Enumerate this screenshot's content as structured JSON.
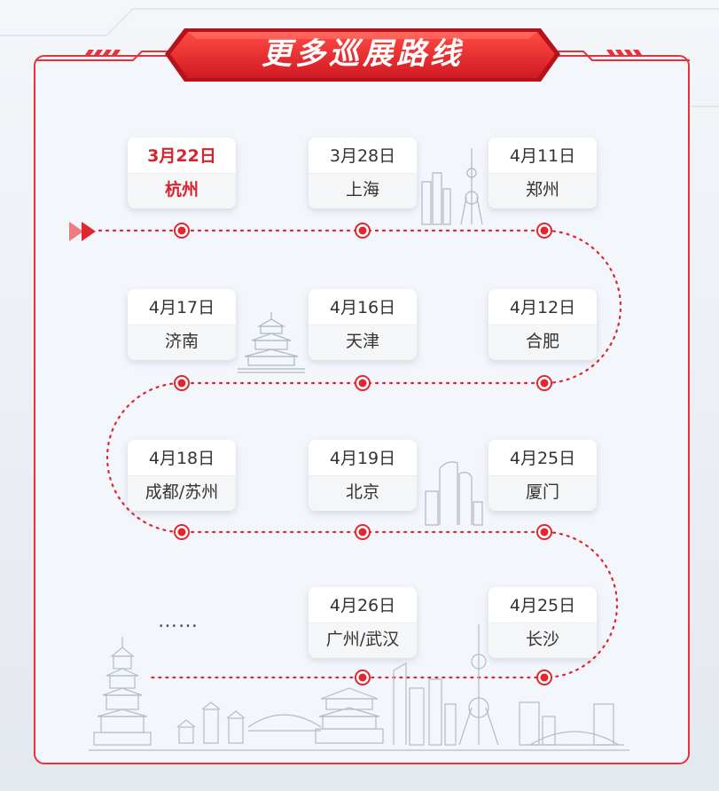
{
  "title": "更多巡展路线",
  "colors": {
    "accent": "#e0262f",
    "route_dot": "#e0262f",
    "card_bg": "#ffffff"
  },
  "stops": [
    {
      "date": "3月22日",
      "city": "杭州",
      "active": true
    },
    {
      "date": "3月28日",
      "city": "上海",
      "active": false
    },
    {
      "date": "4月11日",
      "city": "郑州",
      "active": false
    },
    {
      "date": "4月17日",
      "city": "济南",
      "active": false
    },
    {
      "date": "4月16日",
      "city": "天津",
      "active": false
    },
    {
      "date": "4月12日",
      "city": "合肥",
      "active": false
    },
    {
      "date": "4月18日",
      "city": "成都/苏州",
      "active": false
    },
    {
      "date": "4月19日",
      "city": "北京",
      "active": false
    },
    {
      "date": "4月25日",
      "city": "厦门",
      "active": false
    },
    {
      "date": "4月26日",
      "city": "广州/武汉",
      "active": false
    },
    {
      "date": "4月25日",
      "city": "长沙",
      "active": false
    }
  ],
  "more": "……",
  "icons": [
    "play-arrows-icon",
    "skyline-icon",
    "temple-icon",
    "pagoda-icon"
  ]
}
